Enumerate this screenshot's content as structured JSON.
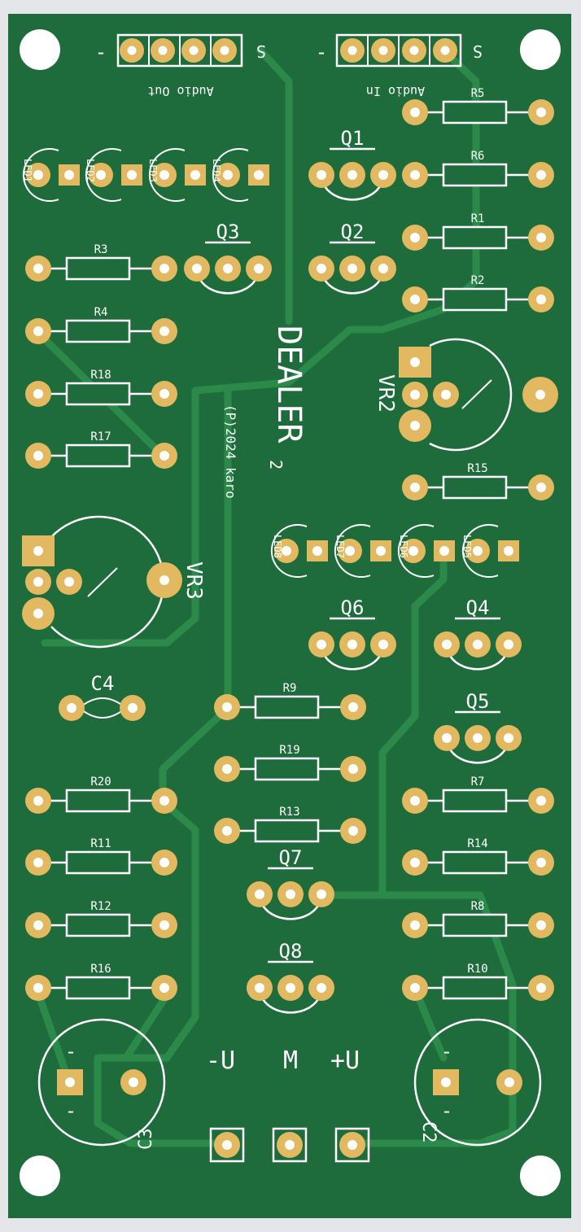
{
  "colors": {
    "background": "#e5e6ea",
    "board": "#1e6b3c",
    "trace": "#2b8a4a",
    "pad": "#e2b861",
    "drill": "#ffffff",
    "silk": "#ffffff"
  },
  "title": {
    "name": "DEALER",
    "version": "2",
    "credit": "(P)2024 karo"
  },
  "connectors": {
    "audio_out": {
      "label": "Audio Out",
      "minus": "-",
      "s": "S"
    },
    "audio_in": {
      "label": "Audio In",
      "minus": "-",
      "s": "S"
    },
    "power": [
      "-U",
      "M",
      "+U"
    ]
  },
  "resistors": [
    "R1",
    "R2",
    "R3",
    "R4",
    "R5",
    "R6",
    "R7",
    "R8",
    "R9",
    "R10",
    "R11",
    "R12",
    "R13",
    "R14",
    "R15",
    "R16",
    "R17",
    "R18",
    "R19",
    "R20"
  ],
  "transistors": [
    "Q1",
    "Q2",
    "Q3",
    "Q4",
    "Q5",
    "Q6",
    "Q7",
    "Q8"
  ],
  "leds": [
    "LED1",
    "LED2",
    "LED3",
    "LED4",
    "LED5",
    "LED6",
    "LED7",
    "LED8"
  ],
  "potentiometers": [
    "VR2",
    "VR3"
  ],
  "capacitors": {
    "ceramic": "C4",
    "electrolytic": [
      {
        "label": "C3",
        "minus": "-"
      },
      {
        "label": "C2",
        "minus": "-"
      }
    ]
  }
}
